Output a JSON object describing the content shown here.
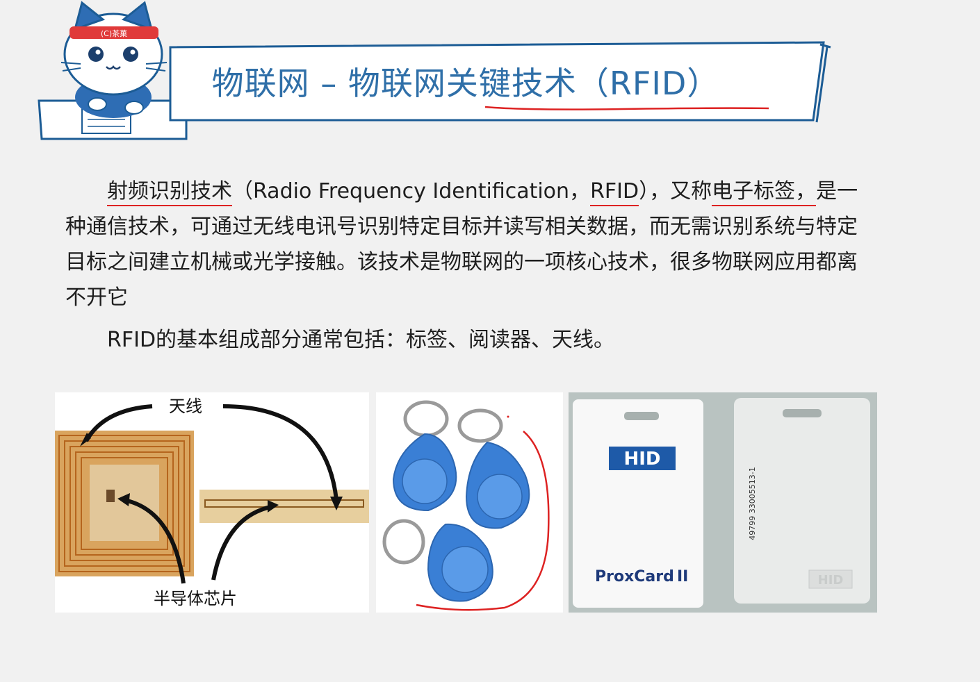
{
  "slide": {
    "title": "物联网 – 物联网关键技术（RFID）",
    "mascot": {
      "icon": "cat-mascot-icon",
      "headband_text": "(C)茶菓"
    }
  },
  "paragraph1": {
    "term": "射频识别技术",
    "english_open": "（Radio Frequency Identification，",
    "abbr": "RFID",
    "close": "），又称",
    "alias": "电子标签，",
    "rest": "是一种通信技术，可通过无线电讯号识别特定目标并读写相关数据，而无需识别系统与特定目标之间建立机械或光学接触。该技术是物联网的一项核心技术，很多物联网应用都离不开它"
  },
  "paragraph2": {
    "text": "RFID的基本组成部分通常包括：标签、阅读器、天线。"
  },
  "images": {
    "antenna": {
      "label_top": "天线",
      "label_bottom": "半导体芯片"
    },
    "cards": {
      "brand": "HID",
      "product": "ProxCard",
      "product_suffix": "II",
      "serial": "49799  33005513-1",
      "logo_back": "HID"
    }
  },
  "colors": {
    "title": "#2f6fa8",
    "annotation": "#dd2222",
    "fob": "#3a7fd5"
  }
}
